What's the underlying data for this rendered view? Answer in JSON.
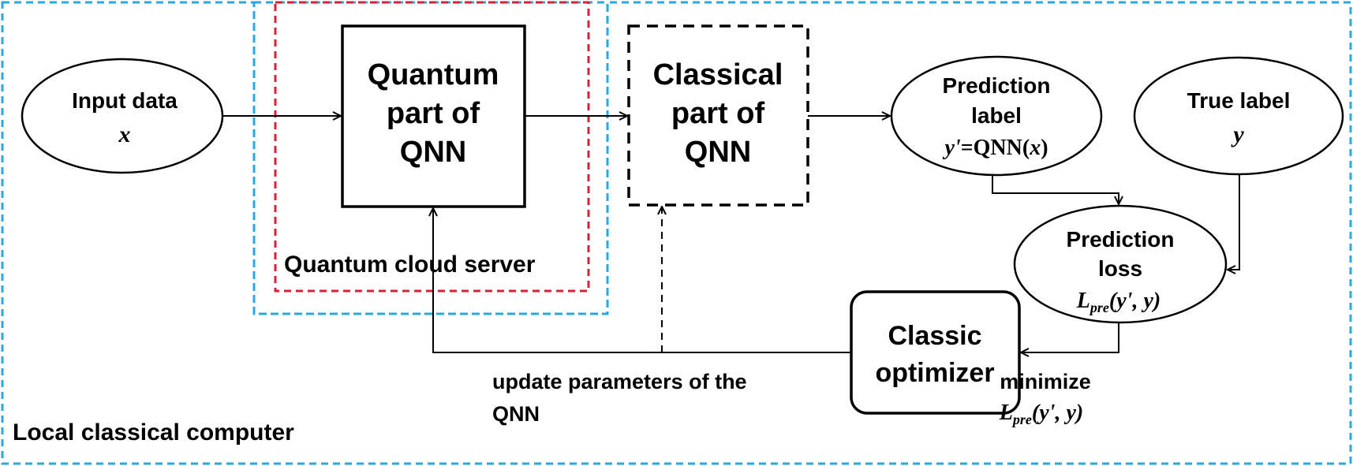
{
  "regions": {
    "local_computer": "Local classical computer",
    "cloud_server": "Quantum cloud server"
  },
  "nodes": {
    "input": {
      "line1": "Input data",
      "var": "x"
    },
    "quantum": {
      "line1": "Quantum",
      "line2": "part of",
      "line3": "QNN"
    },
    "classical": {
      "line1": "Classical",
      "line2": "part of",
      "line3": "QNN"
    },
    "prediction_label": {
      "line1": "Prediction",
      "line2": "label",
      "formula_var": "y'",
      "formula_eq": "=QNN(",
      "formula_arg": "x",
      "formula_close": ")"
    },
    "true_label": {
      "line1": "True label",
      "var": "y"
    },
    "prediction_loss": {
      "line1": "Prediction",
      "line2": "loss",
      "formula_L": "L",
      "formula_sub": "pre",
      "formula_args": "(y', y)"
    },
    "optimizer": {
      "line1": "Classic",
      "line2": "optimizer"
    }
  },
  "edge_labels": {
    "update_line1": "update parameters of the",
    "update_line2": "QNN",
    "minimize": "minimize",
    "minimize_L": "L",
    "minimize_sub": "pre",
    "minimize_args": "(y', y)"
  },
  "colors": {
    "local_border": "#29a9e0",
    "cloud_border": "#d9203a",
    "cloud_outer_border": "#29a9e0",
    "stroke": "#000000"
  }
}
